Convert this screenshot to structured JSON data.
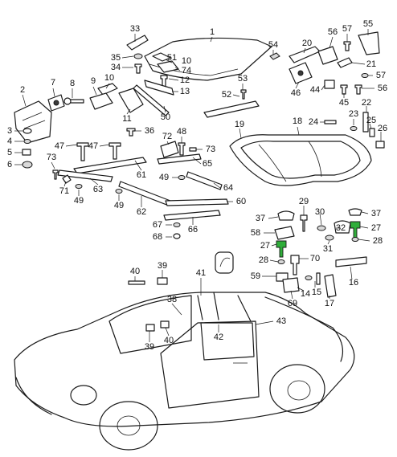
{
  "diagram": {
    "highlight_color": "#2fae3a",
    "line_color": "#1a1a1a",
    "callouts": [
      {
        "id": "c1",
        "label": "1"
      },
      {
        "id": "c2",
        "label": "2"
      },
      {
        "id": "c3",
        "label": "3"
      },
      {
        "id": "c4",
        "label": "4"
      },
      {
        "id": "c5",
        "label": "5"
      },
      {
        "id": "c6",
        "label": "6"
      },
      {
        "id": "c7",
        "label": "7"
      },
      {
        "id": "c8",
        "label": "8"
      },
      {
        "id": "c9",
        "label": "9"
      },
      {
        "id": "c10",
        "label": "10"
      },
      {
        "id": "c10b",
        "label": "10"
      },
      {
        "id": "c11",
        "label": "11"
      },
      {
        "id": "c12",
        "label": "12"
      },
      {
        "id": "c13",
        "label": "13"
      },
      {
        "id": "c14",
        "label": "14"
      },
      {
        "id": "c15",
        "label": "15"
      },
      {
        "id": "c16",
        "label": "16"
      },
      {
        "id": "c17",
        "label": "17"
      },
      {
        "id": "c18",
        "label": "18"
      },
      {
        "id": "c19",
        "label": "19"
      },
      {
        "id": "c20",
        "label": "20"
      },
      {
        "id": "c21",
        "label": "21"
      },
      {
        "id": "c22",
        "label": "22"
      },
      {
        "id": "c23",
        "label": "23"
      },
      {
        "id": "c24",
        "label": "24"
      },
      {
        "id": "c25",
        "label": "25"
      },
      {
        "id": "c26",
        "label": "26"
      },
      {
        "id": "c27",
        "label": "27"
      },
      {
        "id": "c27b",
        "label": "27"
      },
      {
        "id": "c28",
        "label": "28"
      },
      {
        "id": "c28b",
        "label": "28"
      },
      {
        "id": "c29",
        "label": "29"
      },
      {
        "id": "c30",
        "label": "30"
      },
      {
        "id": "c31",
        "label": "31"
      },
      {
        "id": "c32",
        "label": "32"
      },
      {
        "id": "c33",
        "label": "33"
      },
      {
        "id": "c34",
        "label": "34"
      },
      {
        "id": "c35",
        "label": "35"
      },
      {
        "id": "c36",
        "label": "36"
      },
      {
        "id": "c37",
        "label": "37"
      },
      {
        "id": "c37b",
        "label": "37"
      },
      {
        "id": "c38",
        "label": "38"
      },
      {
        "id": "c39",
        "label": "39"
      },
      {
        "id": "c39b",
        "label": "39"
      },
      {
        "id": "c40",
        "label": "40"
      },
      {
        "id": "c40b",
        "label": "40"
      },
      {
        "id": "c41",
        "label": "41"
      },
      {
        "id": "c42",
        "label": "42"
      },
      {
        "id": "c43",
        "label": "43"
      },
      {
        "id": "c44",
        "label": "44"
      },
      {
        "id": "c45",
        "label": "45"
      },
      {
        "id": "c46",
        "label": "46"
      },
      {
        "id": "c47",
        "label": "47"
      },
      {
        "id": "c47b",
        "label": "47"
      },
      {
        "id": "c48",
        "label": "48"
      },
      {
        "id": "c49",
        "label": "49"
      },
      {
        "id": "c49b",
        "label": "49"
      },
      {
        "id": "c49c",
        "label": "49"
      },
      {
        "id": "c50",
        "label": "50"
      },
      {
        "id": "c51",
        "label": "51"
      },
      {
        "id": "c52",
        "label": "52"
      },
      {
        "id": "c53",
        "label": "53"
      },
      {
        "id": "c54",
        "label": "54"
      },
      {
        "id": "c55",
        "label": "55"
      },
      {
        "id": "c56",
        "label": "56"
      },
      {
        "id": "c56b",
        "label": "56"
      },
      {
        "id": "c57",
        "label": "57"
      },
      {
        "id": "c57b",
        "label": "57"
      },
      {
        "id": "c58",
        "label": "58"
      },
      {
        "id": "c59",
        "label": "59"
      },
      {
        "id": "c60",
        "label": "60"
      },
      {
        "id": "c61",
        "label": "61"
      },
      {
        "id": "c62",
        "label": "62"
      },
      {
        "id": "c63",
        "label": "63"
      },
      {
        "id": "c64",
        "label": "64"
      },
      {
        "id": "c65",
        "label": "65"
      },
      {
        "id": "c66",
        "label": "66"
      },
      {
        "id": "c67",
        "label": "67"
      },
      {
        "id": "c68",
        "label": "68"
      },
      {
        "id": "c69",
        "label": "69"
      },
      {
        "id": "c70",
        "label": "70"
      },
      {
        "id": "c71",
        "label": "71"
      },
      {
        "id": "c72",
        "label": "72"
      },
      {
        "id": "c73",
        "label": "73"
      },
      {
        "id": "c73b",
        "label": "73"
      },
      {
        "id": "c74",
        "label": "74"
      }
    ]
  }
}
